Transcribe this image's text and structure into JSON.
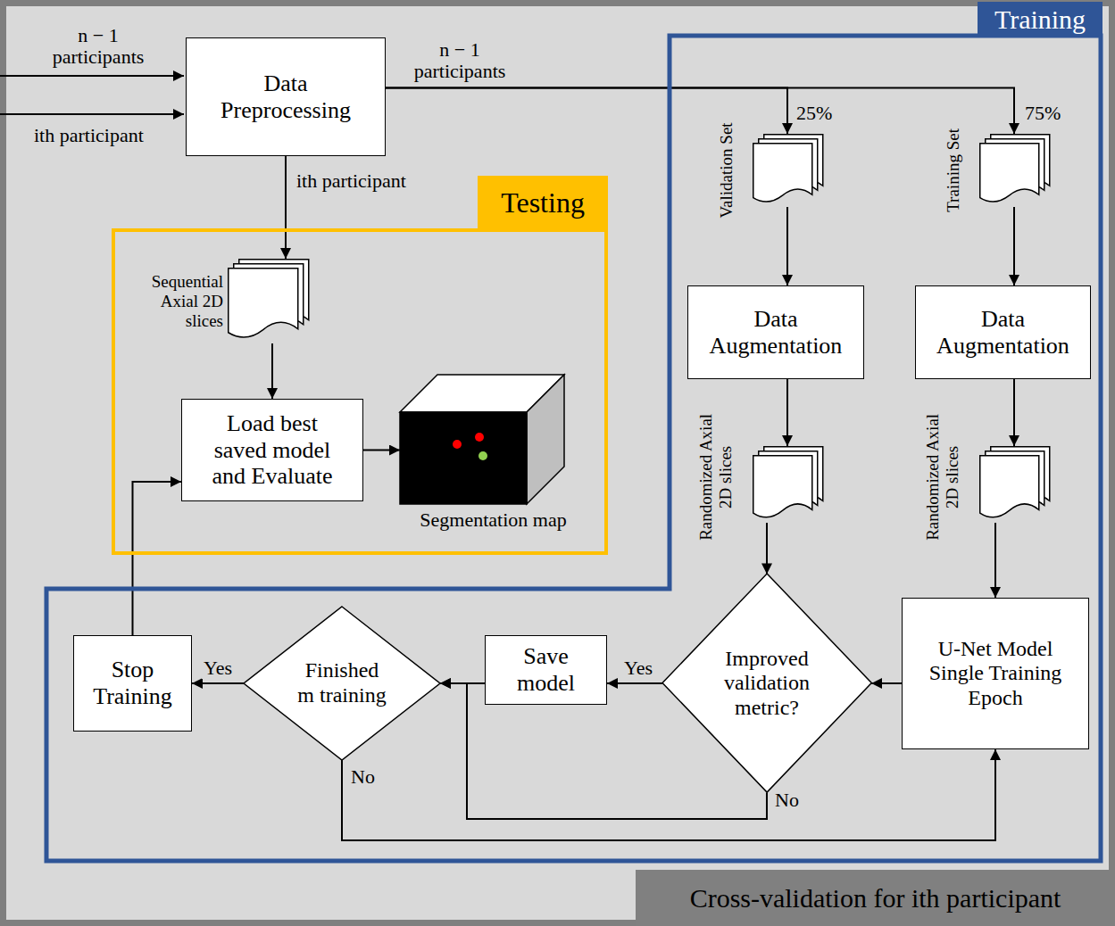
{
  "diagram": {
    "nodes": [
      {
        "text": [
          "Cross-validation for ith participant"
        ]
      },
      {
        "text": [
          "Training"
        ],
        "in": 0
      },
      {
        "text": [
          "Data Preprocessing"
        ],
        "in": 0
      },
      {
        "text": [
          "Testing"
        ],
        "in": 0
      },
      {
        "text": [
          "Sequential Axial 2D slices"
        ],
        "in": 3
      },
      {
        "text": [
          "Load best saved model and Evaluate"
        ],
        "in": 3
      },
      {
        "text": [
          "Segmentation map"
        ],
        "in": 3
      },
      {
        "text": [
          "Validation Set"
        ],
        "in": 1
      },
      {
        "text": [
          "Training Set"
        ],
        "in": 1
      },
      {
        "text": [
          "Data Augmentation"
        ],
        "in": 1
      },
      {
        "text": [
          "Data Augmentation"
        ],
        "in": 1
      },
      {
        "text": [
          "Randomized Axial 2D slices"
        ],
        "in": 1
      },
      {
        "text": [
          "Randomized Axial 2D slices"
        ],
        "in": 1
      },
      {
        "text": [
          "Improved validation metric?"
        ],
        "in": 1
      },
      {
        "text": [
          "U-Net Model Single Training Epoch"
        ],
        "in": 1
      },
      {
        "text": [
          "Save model"
        ],
        "in": 1
      },
      {
        "text": [
          "Finished m training"
        ],
        "in": 1
      },
      {
        "text": [
          "Stop Training"
        ],
        "in": 1
      }
    ],
    "edges": [
      {
        "from": 2,
        "to": 4,
        "label": "ith participant",
        "arrow": "to"
      },
      {
        "from": 2,
        "to": 7,
        "label": "25%",
        "arrow": "to"
      },
      {
        "from": 2,
        "to": 8,
        "label": "75%",
        "arrow": "to"
      },
      {
        "from": 7,
        "to": 9,
        "arrow": "to"
      },
      {
        "from": 9,
        "to": 11,
        "arrow": "to"
      },
      {
        "from": 11,
        "to": 13,
        "arrow": "to"
      },
      {
        "from": 8,
        "to": 10,
        "arrow": "to"
      },
      {
        "from": 10,
        "to": 12,
        "arrow": "to"
      },
      {
        "from": 12,
        "to": 14,
        "arrow": "to"
      },
      {
        "from": 14,
        "to": 13,
        "arrow": "to"
      },
      {
        "from": 13,
        "to": 15,
        "label": "Yes",
        "arrow": "to"
      },
      {
        "from": 13,
        "to": 16,
        "label": "No",
        "arrow": "to"
      },
      {
        "from": 15,
        "to": 16,
        "arrow": "to"
      },
      {
        "from": 16,
        "to": 17,
        "label": "Yes",
        "arrow": "to"
      },
      {
        "from": 16,
        "to": 14,
        "label": "No",
        "arrow": "to"
      },
      {
        "from": 17,
        "to": 5,
        "arrow": "to"
      },
      {
        "from": 4,
        "to": 5,
        "arrow": "to"
      },
      {
        "from": 5,
        "to": 6,
        "arrow": "to"
      }
    ],
    "labels": [
      "n − 1 participants",
      "ith participant",
      "n − 1 participants"
    ]
  }
}
